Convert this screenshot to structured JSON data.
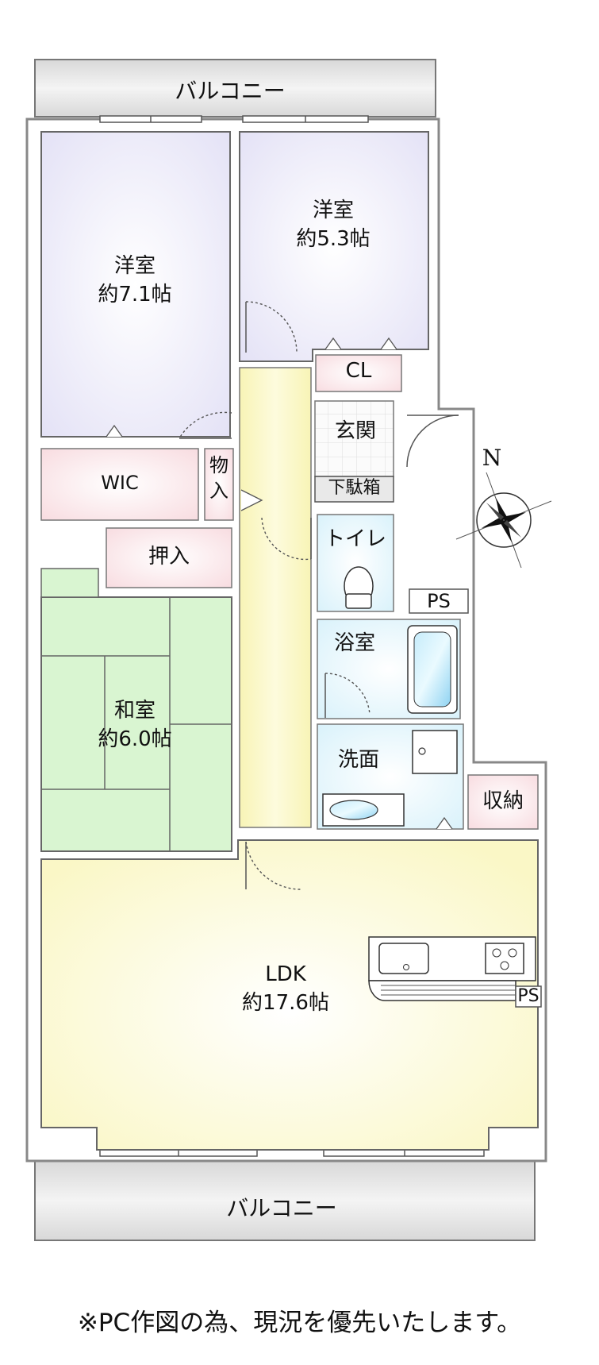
{
  "rooms": {
    "balcony_top": "バルコニー",
    "balcony_bottom": "バルコニー",
    "western_1_name": "洋室",
    "western_1_size": "約7.1帖",
    "western_2_name": "洋室",
    "western_2_size": "約5.3帖",
    "closet": "CL",
    "entrance": "玄関",
    "shoe_box": "下駄箱",
    "wic": "WIC",
    "storage_small_1": "物",
    "storage_small_2": "入",
    "oshiire": "押入",
    "toilet": "トイレ",
    "ps_upper": "PS",
    "bathroom": "浴室",
    "japanese_name": "和室",
    "japanese_size": "約6.0帖",
    "washroom": "洗面",
    "storage": "収納",
    "ldk_name": "LDK",
    "ldk_size": "約17.6帖",
    "ps_lower": "PS"
  },
  "compass": {
    "north_label": "N"
  },
  "note": "※PC作図の為、現況を優先いたします。",
  "colors": {
    "western": "#e9e8f7",
    "closet": "#f9e1e4",
    "corridor": "#fbf8c9",
    "wet_area": "#def5fb",
    "tatami": "#d2f3cc",
    "ldk": "#fbf9d8",
    "balcony": "#e6e6e6"
  }
}
